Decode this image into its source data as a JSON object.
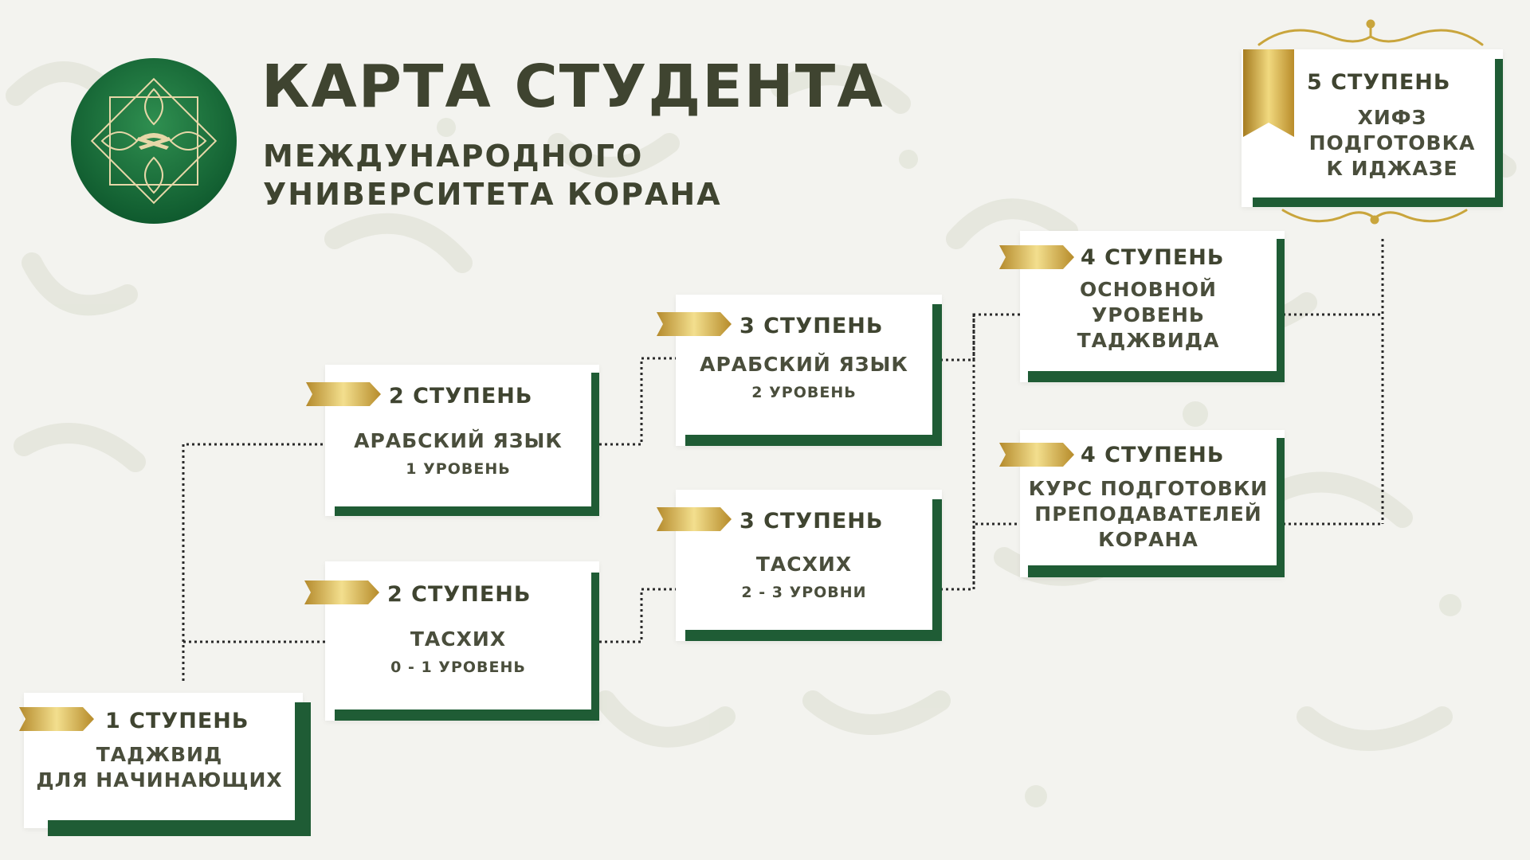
{
  "header": {
    "title": "КАРТА СТУДЕНТА",
    "subtitle_line1": "МЕЖДУНАРОДНОГО",
    "subtitle_line2": "УНИВЕРСИТЕТА КОРАНА"
  },
  "colors": {
    "accent_green": "#1f5c35",
    "text_dark": "#3f4430",
    "gold": "#c9a53c",
    "background": "#f3f3ef"
  },
  "logo": {
    "icon": "open-quran-on-rehal-icon"
  },
  "cards": {
    "step1": {
      "step": "1 СТУПЕНЬ",
      "line1": "ТАДЖВИД",
      "line2": "ДЛЯ НАЧИНАЮЩИХ"
    },
    "step2a": {
      "step": "2 СТУПЕНЬ",
      "line1": "АРАБСКИЙ ЯЗЫК",
      "level": "1 УРОВЕНЬ"
    },
    "step2b": {
      "step": "2 СТУПЕНЬ",
      "line1": "ТАСХИХ",
      "level": "0 - 1 УРОВЕНЬ"
    },
    "step3a": {
      "step": "3 СТУПЕНЬ",
      "line1": "АРАБСКИЙ ЯЗЫК",
      "level": "2  УРОВЕНЬ"
    },
    "step3b": {
      "step": "3 СТУПЕНЬ",
      "line1": "ТАСХИХ",
      "level": "2 - 3 УРОВНИ"
    },
    "step4a": {
      "step": "4 СТУПЕНЬ",
      "line1": "ОСНОВНОЙ",
      "line2": "УРОВЕНЬ",
      "line3": "ТАДЖВИДА"
    },
    "step4b": {
      "step": "4 СТУПЕНЬ",
      "line1": "КУРС ПОДГОТОВКИ",
      "line2": "ПРЕПОДАВАТЕЛЕЙ",
      "line3": "КОРАНА"
    },
    "step5": {
      "step": "5 СТУПЕНЬ",
      "line1": "ХИФЗ",
      "line2": "ПОДГОТОВКА",
      "line3": "К ИДЖАЗЕ"
    }
  }
}
